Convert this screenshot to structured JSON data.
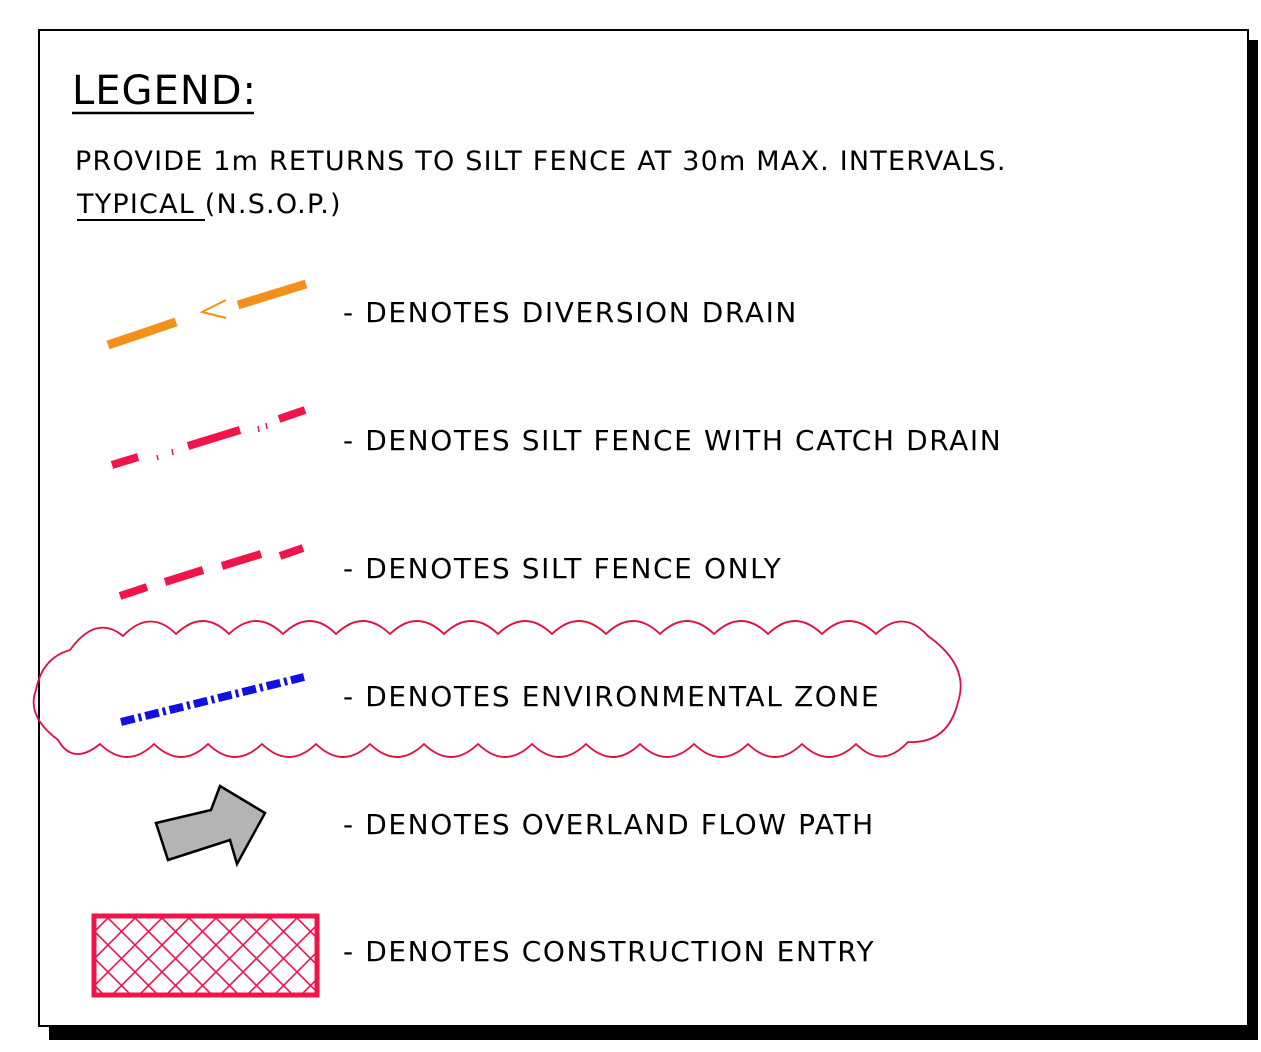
{
  "legend": {
    "title": "LEGEND:",
    "note_line1": "PROVIDE 1m RETURNS TO SILT FENCE AT 30m MAX. INTERVALS.",
    "note_typical": "TYPICAL",
    "note_suffix": " (N.S.O.P.)",
    "items": [
      {
        "label": "- DENOTES DIVERSION DRAIN",
        "symbol": "orange-dashed-line-with-arrow",
        "color": "#f39019"
      },
      {
        "label": "- DENOTES SILT FENCE WITH CATCH DRAIN",
        "symbol": "red-dash-tick-line",
        "color": "#f0144b"
      },
      {
        "label": "- DENOTES SILT FENCE ONLY",
        "symbol": "red-dashed-line",
        "color": "#f0144b"
      },
      {
        "label": "- DENOTES ENVIRONMENTAL ZONE",
        "symbol": "blue-dash-dot-line-in-cloud",
        "color": "#1010e0",
        "cloud_color": "#e0103c"
      },
      {
        "label": "- DENOTES OVERLAND FLOW PATH",
        "symbol": "grey-arrow",
        "color": "#b4b4b4"
      },
      {
        "label": "- DENOTES CONSTRUCTION ENTRY",
        "symbol": "red-crosshatch-rectangle",
        "color": "#f0144b"
      }
    ]
  }
}
